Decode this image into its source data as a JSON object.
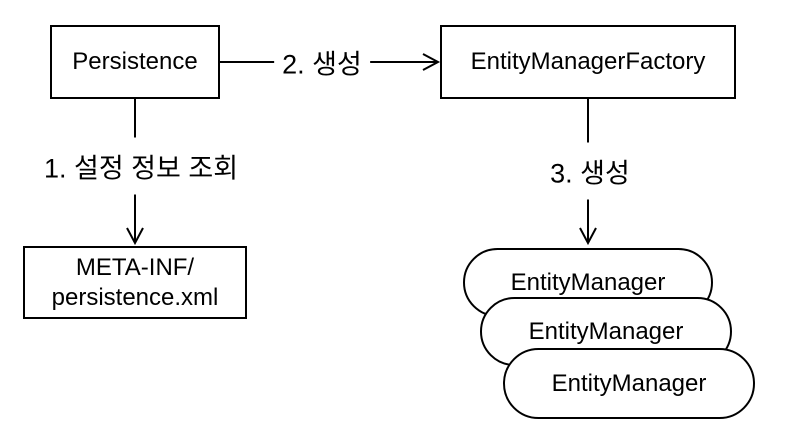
{
  "diagram": {
    "nodes": {
      "persistence": {
        "label": "Persistence"
      },
      "entity_manager_factory": {
        "label": "EntityManagerFactory"
      },
      "persistence_xml": {
        "lines": [
          "META-INF/",
          "persistence.xml"
        ]
      },
      "entity_managers": [
        {
          "label": "EntityManager"
        },
        {
          "label": "EntityManager"
        },
        {
          "label": "EntityManager"
        }
      ]
    },
    "edges": {
      "config_lookup": {
        "label": "1. 설정 정보 조회"
      },
      "create_factory": {
        "label": "2. 생성"
      },
      "create_entity_manager": {
        "label": "3. 생성"
      }
    },
    "colors": {
      "stroke": "#000000",
      "fill": "#ffffff"
    }
  }
}
